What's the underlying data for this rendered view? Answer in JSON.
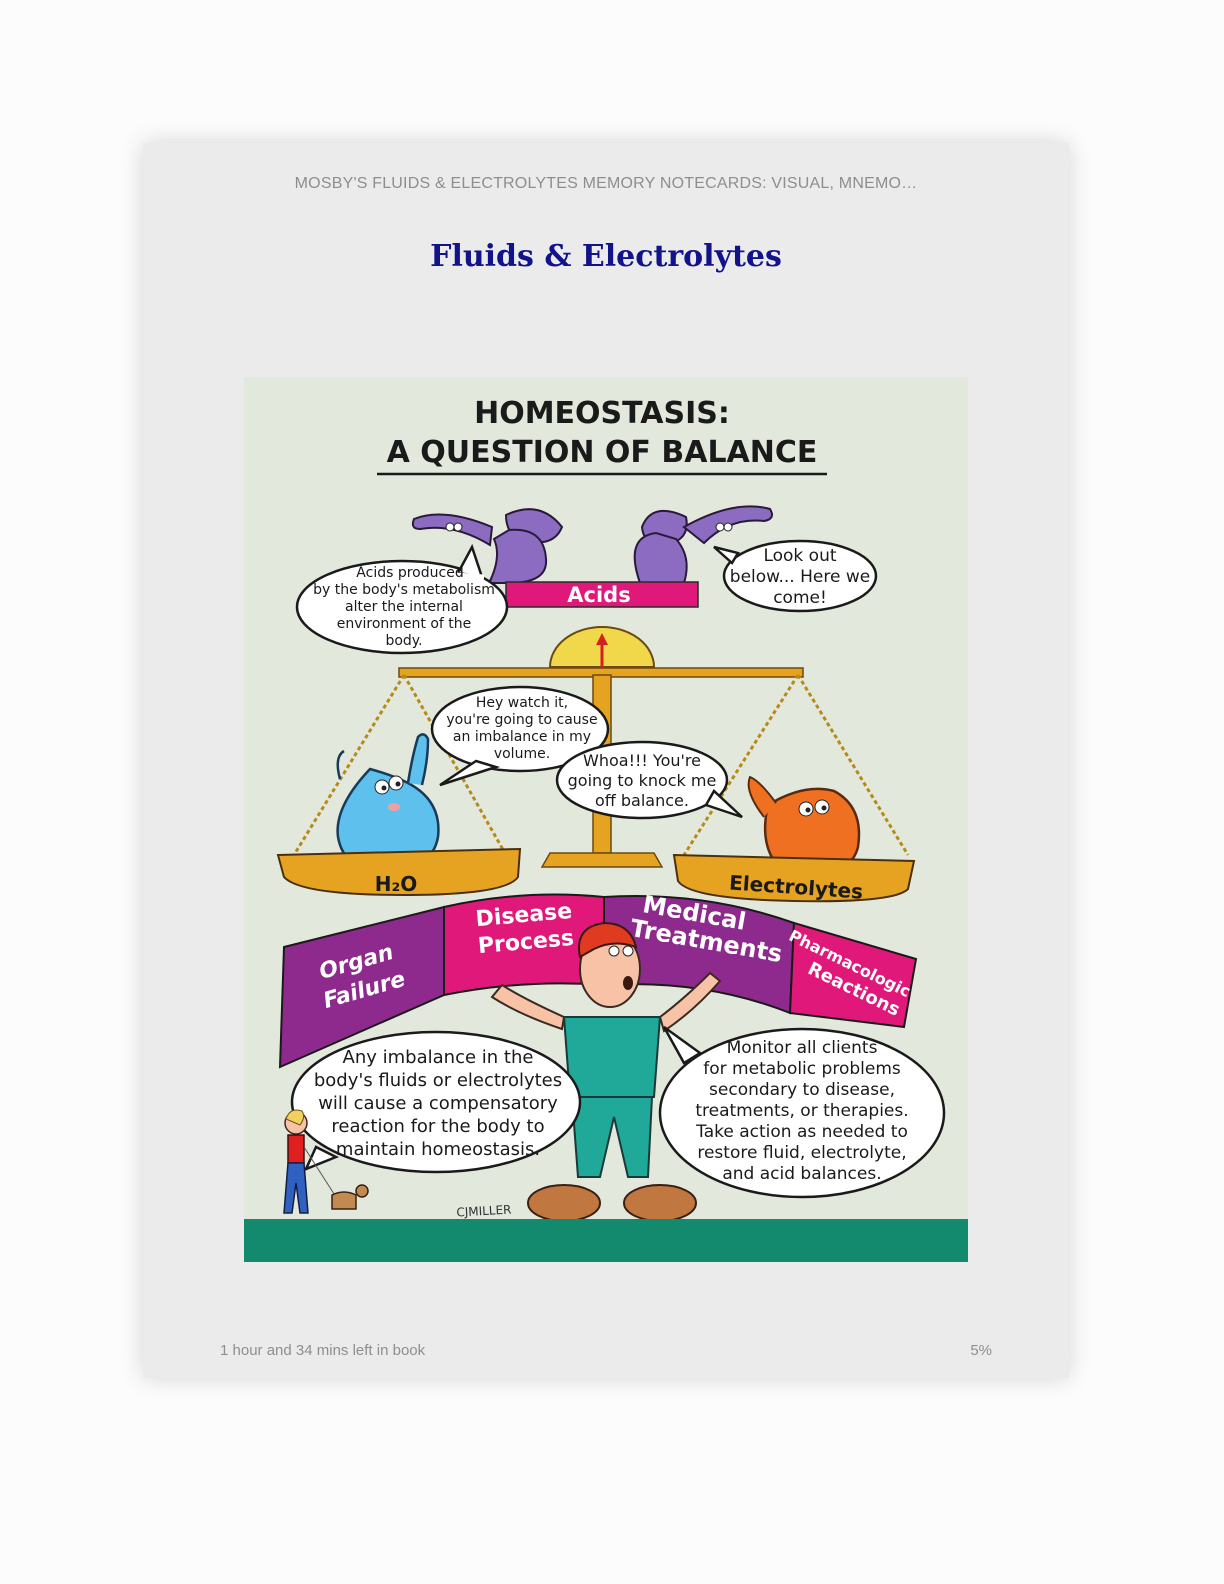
{
  "book": {
    "running_head": "MOSBY'S FLUIDS & ELECTROLYTES MEMORY NOTECARDS: VISUAL, MNEMO…",
    "chapter_title": "Fluids & Electrolytes"
  },
  "cartoon": {
    "title_line1": "HOMEOSTASIS:",
    "title_line2": "A QUESTION OF BALANCE",
    "acids_label": "Acids",
    "bubble_acids_lines": [
      "Acids produced",
      "by the body's metabolism",
      "alter the internal",
      "environment of the",
      "body."
    ],
    "bubble_lookout_lines": [
      "Look out",
      "below... Here we",
      "come!"
    ],
    "bubble_water_lines": [
      "Hey watch it,",
      "you're going to cause",
      "an imbalance in my",
      "volume."
    ],
    "bubble_electrolyte_lines": [
      "Whoa!!! You're",
      "going to knock me",
      "off balance."
    ],
    "h2o_label": "H₂O",
    "electrolytes_label": "Electrolytes",
    "banner_organ_lines": [
      "Organ",
      "Failure"
    ],
    "banner_disease_lines": [
      "Disease",
      "Process"
    ],
    "banner_medical_lines": [
      "Medical",
      "Treatments"
    ],
    "banner_pharma_lines": [
      "Pharmacologic",
      "Reactions"
    ],
    "bubble_imbalance_lines": [
      "Any imbalance in the",
      "body's fluids or electrolytes",
      "will cause a compensatory",
      "reaction for the body to",
      "maintain homeostasis."
    ],
    "bubble_monitor_lines": [
      "Monitor all clients",
      "for metabolic problems",
      "secondary to disease,",
      "treatments, or therapies.",
      "Take action as needed to",
      "restore fluid, electrolyte,",
      "and acid balances."
    ],
    "signature": "CJMILLER",
    "colors": {
      "background": "#e2e8dc",
      "ground": "#138a6e",
      "purple_banner": "#8e2a8e",
      "magenta": "#e0187a",
      "scale_gold": "#e6a321",
      "water_blue": "#5ec0ec",
      "electrolyte_orange": "#f07022",
      "acid_purple": "#8c6cc0"
    }
  },
  "status": {
    "time_left": "1 hour and 34 mins left in book",
    "progress": "5%"
  }
}
